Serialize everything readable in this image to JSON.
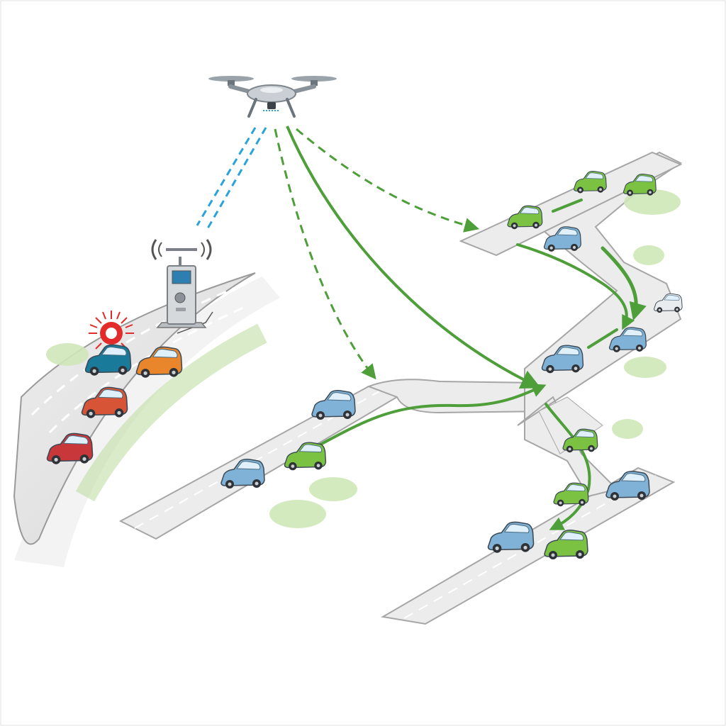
{
  "diagram": {
    "nodes": [
      {
        "id": "drone",
        "label": "",
        "icon": "quadcopter-drone-icon"
      },
      {
        "id": "roadside-unit",
        "label": "",
        "icon": "roadside-antenna-unit-icon"
      },
      {
        "id": "incident-road",
        "label": "",
        "icon": "congested-road"
      },
      {
        "id": "intersection-network",
        "label": "",
        "icon": "reroute-road-network"
      }
    ],
    "edges": [
      {
        "from": "drone",
        "to": "roadside-unit",
        "style": "double-dashed",
        "color": "#29a3dc"
      },
      {
        "from": "drone",
        "to": "upper-road-branch",
        "style": "dashed-arrow",
        "color": "#4e9e3a"
      },
      {
        "from": "drone",
        "to": "middle-junction",
        "style": "solid-arrow",
        "color": "#4e9e3a"
      },
      {
        "from": "drone",
        "to": "left-road-branch",
        "style": "dashed-arrow",
        "color": "#4e9e3a"
      }
    ],
    "incident_marker": {
      "icon": "alert-burst-icon",
      "color": "#e32b2b"
    },
    "vehicle_colors": {
      "rerouted": "#7cc242",
      "normal": "#7fb2d6",
      "neutral": "#e9ecef",
      "incident": [
        "#1a7a9a",
        "#e9862c",
        "#d85436",
        "#c8383a"
      ]
    },
    "route_color": "#4e9e3a"
  }
}
